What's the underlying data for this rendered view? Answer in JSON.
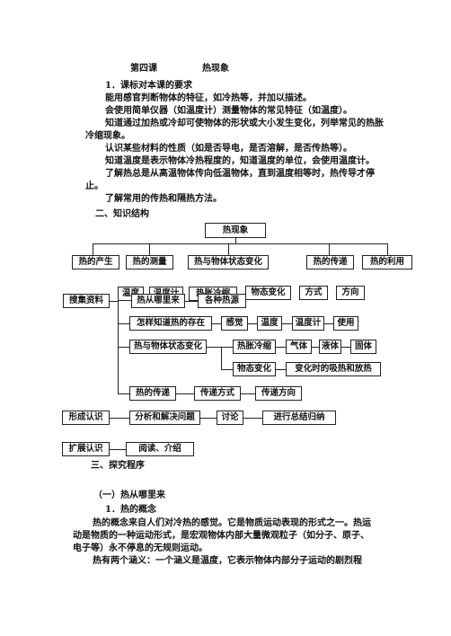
{
  "title": {
    "lesson": "第四课",
    "topic": "热现象"
  },
  "section1": {
    "heading": "1．课标对本课的要求",
    "lines": [
      "能用感官判断物体的特征，如冷热等，并加以描述。",
      "会使用简单仪器（如温度计）测量物体的常见特征（如温度）。",
      "知道通过加热或冷却可使物体的形状或大小发生变化，列举常见的热胀",
      "冷缩现象。",
      "认识某些材料的性质（如是否导电，是否溶解，是否传热等）。",
      "知道温度是表示物体冷热程度的，知道温度的单位，会使用温度计。",
      "了解热总是从高温物体传向低温物体，直到温度相等时，热传导才停",
      "止。",
      "了解常用的传热和隔热方法。"
    ]
  },
  "section2": {
    "heading": "二、知识结构"
  },
  "diagram": {
    "root": "热现象",
    "top": [
      "热的产生",
      "热的测量",
      "热与物体状态变化",
      "热的传递",
      "热的利用"
    ],
    "hidden": [
      "温度",
      "温度计",
      "热胀冷缩",
      "物态变化",
      "方式",
      "方向"
    ],
    "search": "搜集资料",
    "row_a": [
      "热从哪里来",
      "各种热源"
    ],
    "row_b": [
      "怎样知道热的存在",
      "感觉",
      "温度",
      "温度计",
      "使用"
    ],
    "row_c": [
      "热与物体状态变化",
      "热胀冷缩",
      "气体",
      "液体",
      "固体"
    ],
    "row_d": [
      "物态变化",
      "变化时的吸热和放热"
    ],
    "row_e": [
      "热的传递",
      "传递方式",
      "传递方向"
    ],
    "form": [
      "形成认识",
      "分析和解决问题",
      "讨论",
      "进行总结归纳"
    ],
    "extend": [
      "扩展认识",
      "阅读、介绍"
    ]
  },
  "section3": {
    "heading": "三、探究程序"
  },
  "section4": {
    "heading": "（一）热从哪里来",
    "sub": "1．热的概念",
    "lines": [
      "热的概念来自人们对冷热的感觉。它是物质运动表现的形式之一。热运",
      "动是物质的一种运动形式，是宏观物体内部大量微观粒子（如分子、原子、",
      "电子等）永不停息的无规则运动。",
      "热有两个涵义：一个涵义是温度，它表示物体内部分子运动的剧烈程"
    ]
  }
}
